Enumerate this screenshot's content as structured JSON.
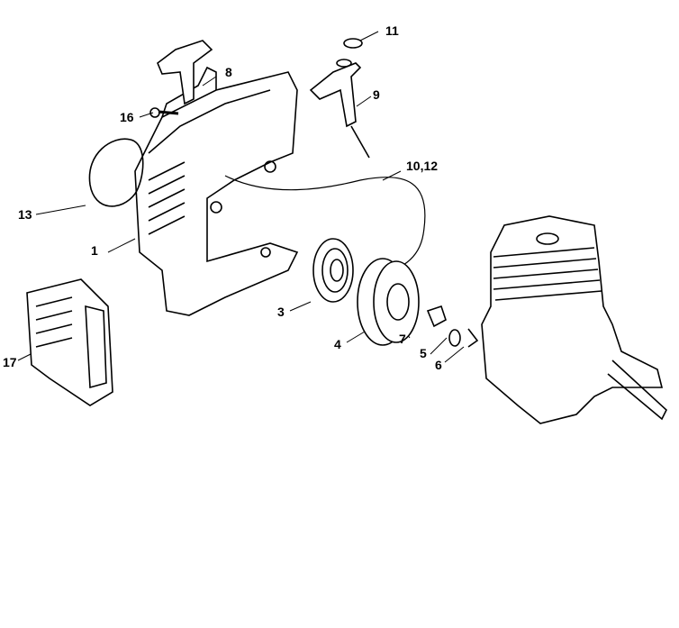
{
  "labels": {
    "l1": "1",
    "l3": "3",
    "l4": "4",
    "l5": "5",
    "l6": "6",
    "l7": "7",
    "l8": "8",
    "l9": "9",
    "l10_12": "10,12",
    "l11": "11",
    "l13": "13",
    "l16": "16",
    "l17": "17"
  }
}
